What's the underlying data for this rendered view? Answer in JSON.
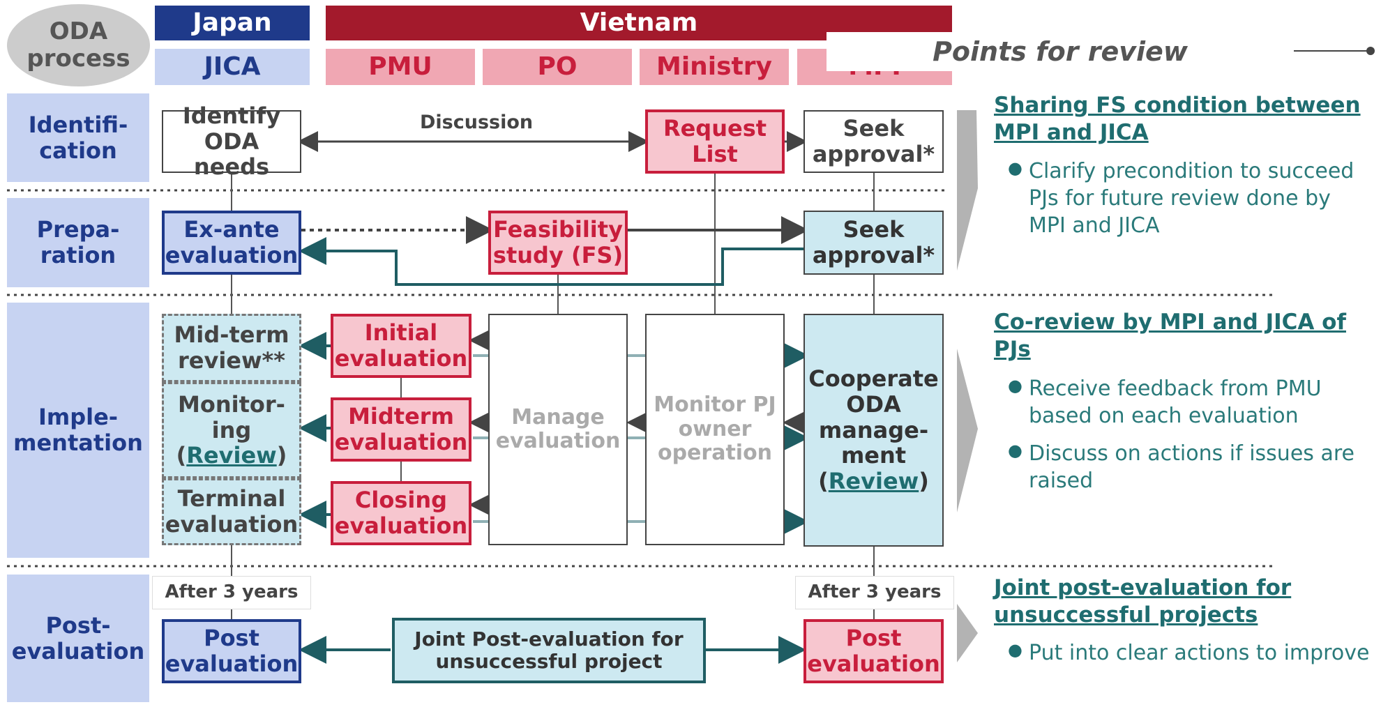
{
  "header": {
    "oda_process": "ODA process",
    "japan": "Japan",
    "vietnam": "Vietnam",
    "jica": "JICA",
    "pmu": "PMU",
    "po": "PO",
    "ministry": "Ministry",
    "mpi": "MPI"
  },
  "phases": {
    "identification": "Identifi-cation",
    "preparation": "Prepa-ration",
    "implementation": "Imple-mentation",
    "post_evaluation": "Post-evaluation"
  },
  "boxes": {
    "identify_oda_needs": "Identify ODA needs",
    "discussion": "Discussion",
    "request_list": "Request List",
    "seek_approval_1": "Seek approval*",
    "ex_ante_evaluation": "Ex-ante evaluation",
    "feasibility_study": "Feasibility study (FS)",
    "seek_approval_2": "Seek approval*",
    "mid_term_review": "Mid-term review**",
    "monitoring": "Monitor-ing",
    "review_1": "Review",
    "terminal_evaluation": "Terminal evaluation",
    "initial_evaluation": "Initial evaluation",
    "midterm_evaluation": "Midterm evaluation",
    "closing_evaluation": "Closing evaluation",
    "manage_evaluation": "Manage evaluation",
    "monitor_pj_owner": "Monitor PJ owner operation",
    "cooperate_oda": "Cooperate ODA manage-ment",
    "review_2": "Review",
    "after_3_years_1": "After 3 years",
    "after_3_years_2": "After 3 years",
    "post_evaluation_jica": "Post evaluation",
    "joint_post_evaluation": "Joint Post-evaluation for unsuccessful project",
    "post_evaluation_mpi": "Post evaluation"
  },
  "review": {
    "title": "Points for review",
    "sections": [
      {
        "heading": "Sharing FS condition between MPI and JICA",
        "bullets": [
          "Clarify precondition to succeed PJs for future review done by MPI and JICA"
        ]
      },
      {
        "heading": "Co-review by MPI and JICA of PJs",
        "bullets": [
          "Receive feedback from PMU based on each evaluation",
          "Discuss on actions  if issues are raised"
        ]
      },
      {
        "heading": "Joint post-evaluation for unsuccessful projects",
        "bullets": [
          "Put into clear actions to improve"
        ]
      }
    ]
  },
  "colors": {
    "japan_blue": "#1f3a8a",
    "vietnam_red": "#a31a2c",
    "teal_arrow": "#1f5d63",
    "review_teal": "#1f6d70"
  }
}
